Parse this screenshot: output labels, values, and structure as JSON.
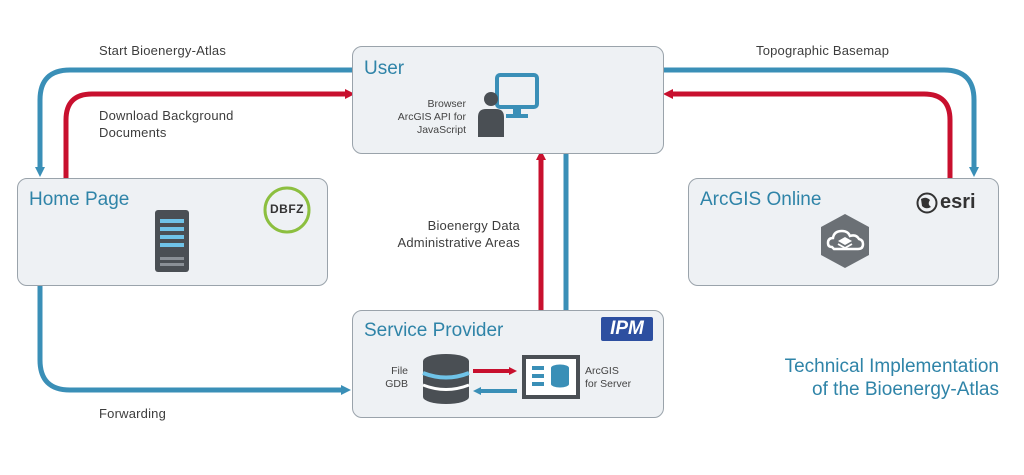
{
  "boxes": {
    "user": {
      "title": "User",
      "sub_line1": "Browser",
      "sub_line2": "ArcGIS API for",
      "sub_line3": "JavaScript"
    },
    "home": {
      "title": "Home Page",
      "logo": "DBFZ"
    },
    "arcgis_online": {
      "title": "ArcGIS Online",
      "logo": "esri"
    },
    "service_provider": {
      "title": "Service Provider",
      "logo": "IPM",
      "file_line1": "File",
      "file_line2": "GDB",
      "server_line1": "ArcGIS",
      "server_line2": "for Server"
    }
  },
  "labels": {
    "start_atlas": "Start Bioenergy-Atlas",
    "download_line1": "Download Background",
    "download_line2": "Documents",
    "topographic": "Topographic Basemap",
    "data_line1": "Bioenergy Data",
    "data_line2": "Administrative Areas",
    "forwarding": "Forwarding"
  },
  "caption": {
    "line1": "Technical Implementation",
    "line2": "of the Bioenergy-Atlas"
  },
  "colors": {
    "blue": "#3a8fb7",
    "red": "#c8102e",
    "title_blue": "#2f84a8",
    "box_fill": "#eef1f4",
    "icon_dark": "#4a4f54"
  }
}
